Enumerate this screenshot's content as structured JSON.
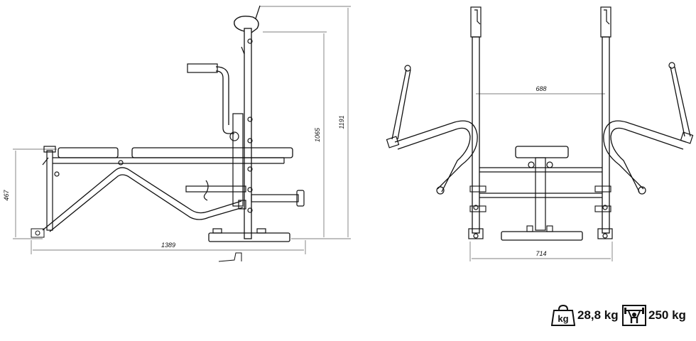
{
  "dimensions": {
    "side_height_seat": "467",
    "side_length": "1389",
    "side_height_rack": "1065",
    "side_height_total": "1191",
    "front_inner_width": "688",
    "front_base_width": "714"
  },
  "specs": {
    "weight_icon_label": "kg",
    "weight_value": "28,8 kg",
    "max_load_value": "250 kg",
    "weight_icon": "kettlebell-weight-icon",
    "max_load_icon": "weightlifter-max-load-icon"
  }
}
